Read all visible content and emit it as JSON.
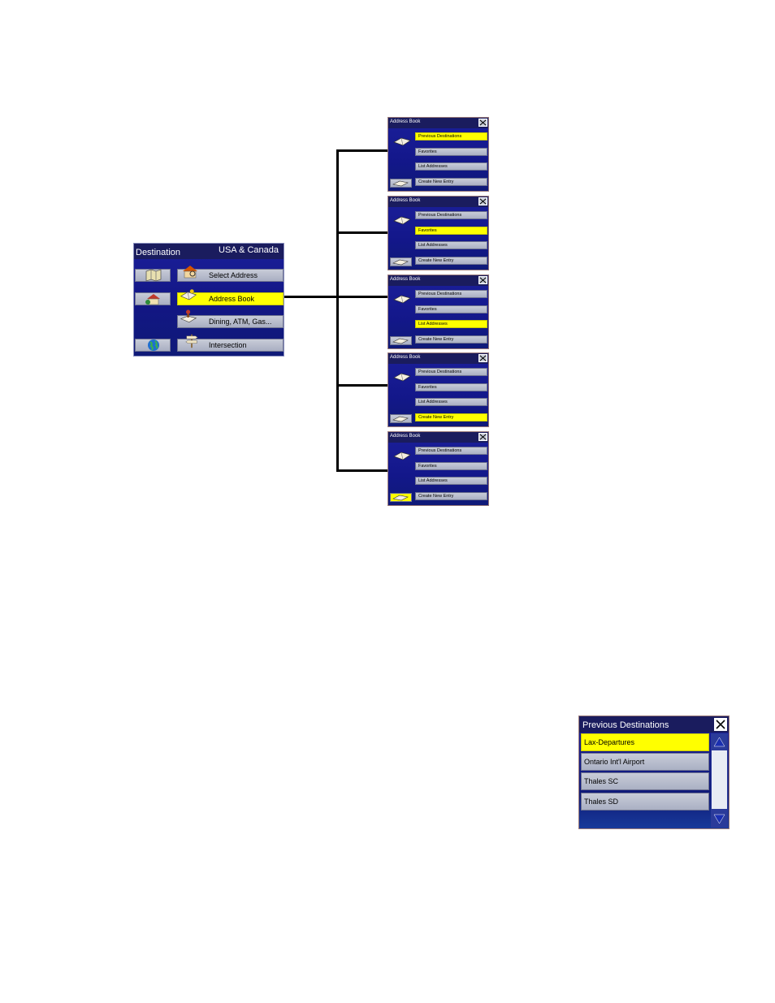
{
  "destination": {
    "title": "Destination",
    "region": "USA & Canada",
    "items": [
      {
        "label": "Select Address",
        "selected": false
      },
      {
        "label": "Address Book",
        "selected": true
      },
      {
        "label": "Dining, ATM, Gas...",
        "selected": false
      },
      {
        "label": "Intersection",
        "selected": false
      }
    ]
  },
  "address_book": {
    "title": "Address Book",
    "items": [
      "Previous Destinations",
      "Favorites",
      "List Addresses",
      "Create New Entry"
    ]
  },
  "previous_destinations": {
    "title": "Previous Destinations",
    "rows": [
      {
        "label": "Lax-Departures",
        "selected": true
      },
      {
        "label": "Ontario Int'l Airport",
        "selected": false
      },
      {
        "label": "Thales SC",
        "selected": false
      },
      {
        "label": "Thales SD",
        "selected": false
      }
    ]
  }
}
